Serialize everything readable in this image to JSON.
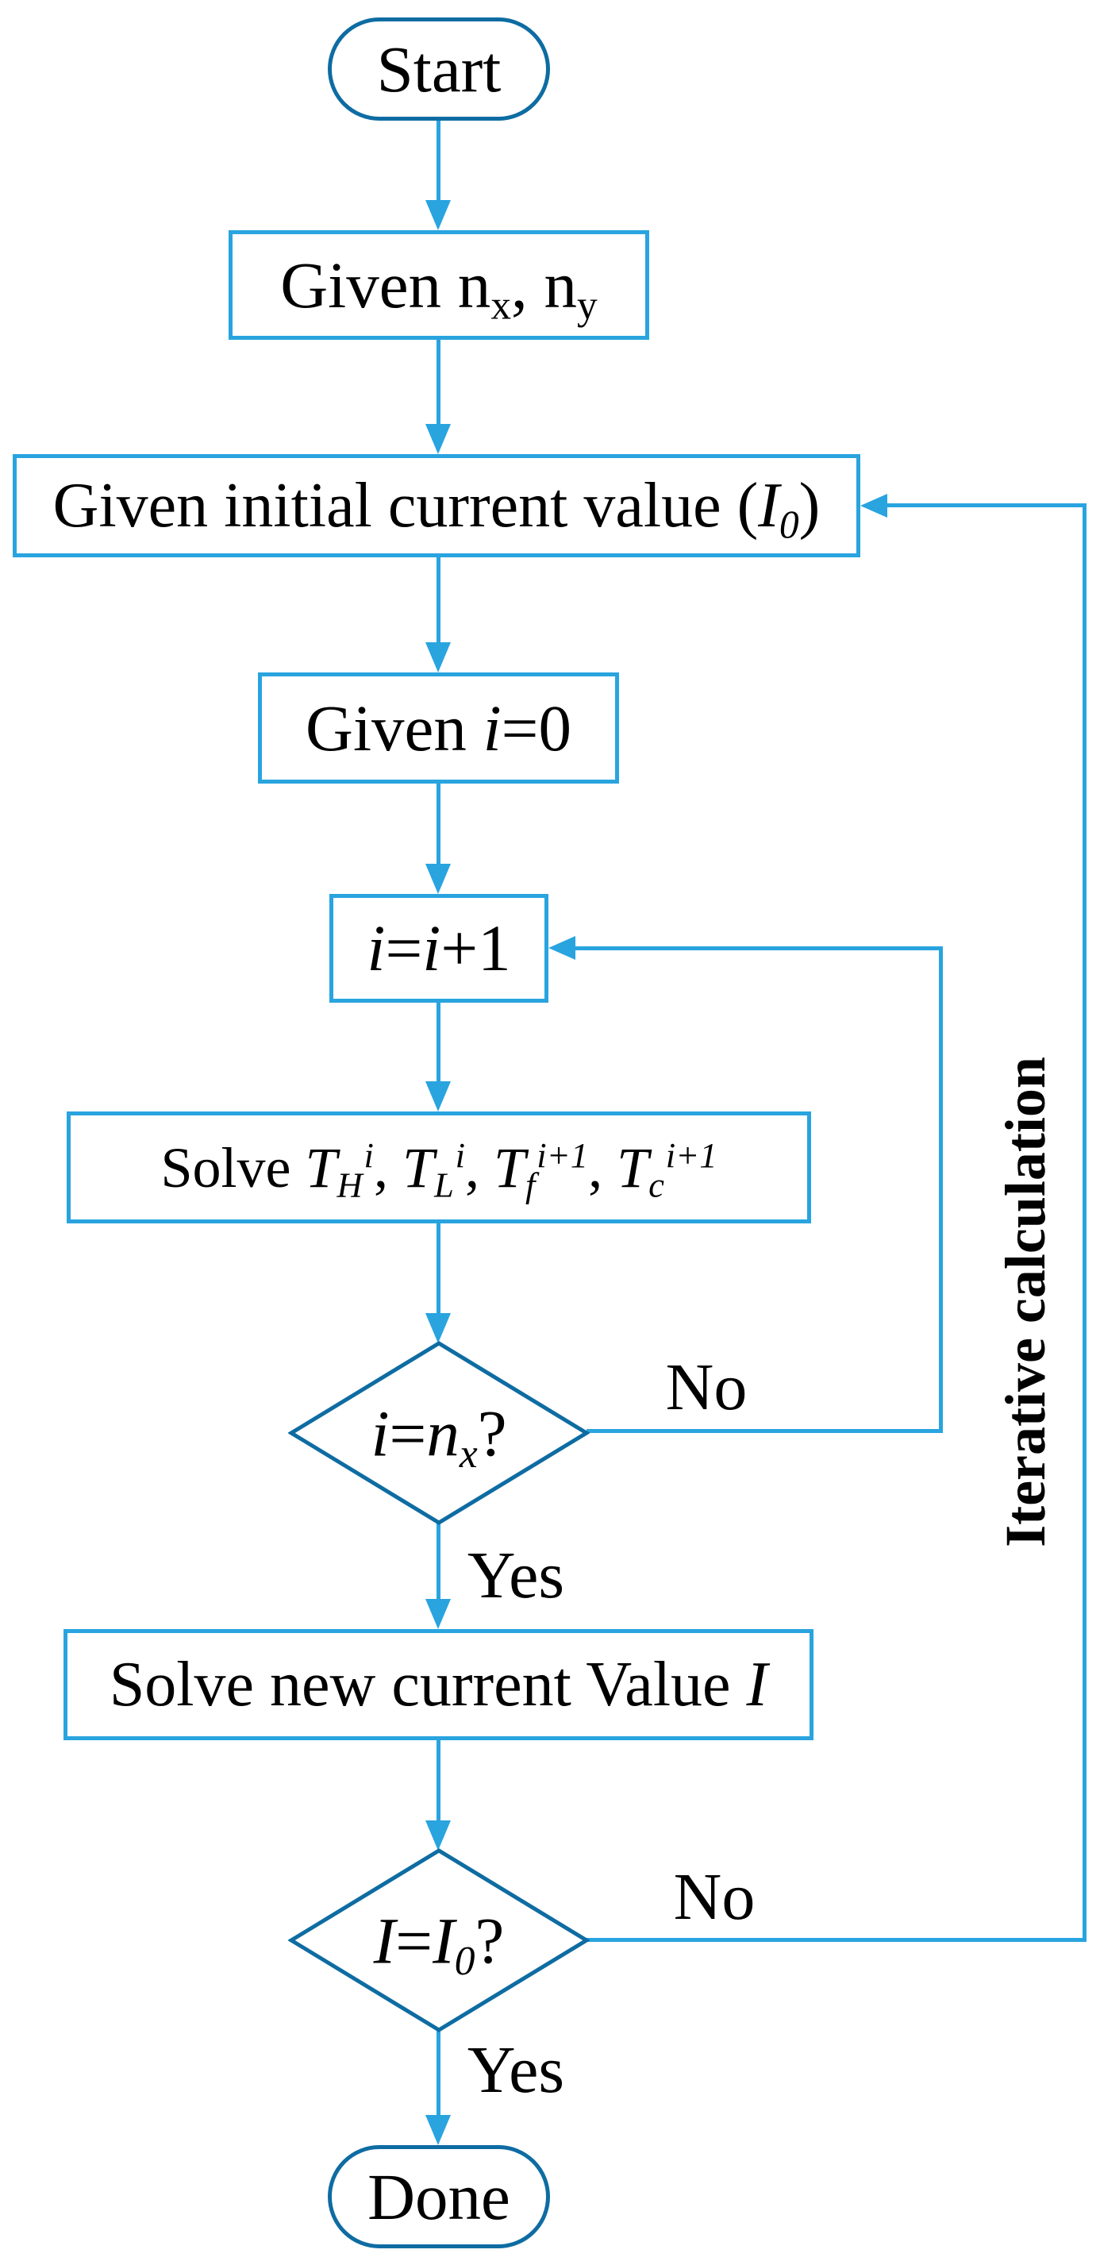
{
  "colors": {
    "line_blue": "#29A4DF",
    "terminal_blue": "#0E6CA2",
    "text": "#000000"
  },
  "nodes": {
    "start": {
      "label": "Start"
    },
    "given_n": {
      "t1": "Given n",
      "sub1": "x",
      "t2": ", n",
      "sub2": "y"
    },
    "given_initial": {
      "t1": "Given initial current value (",
      "v": "I",
      "v_sub": "0",
      "t2": ")"
    },
    "given_i": {
      "t1": "Given ",
      "v": "i",
      "t2": "=0"
    },
    "increment": {
      "v1": "i",
      "t1": "=",
      "v2": "i",
      "t2": "+1"
    },
    "solve_temps": {
      "lead": "Solve ",
      "T1": "T",
      "T1_sub": "H",
      "T1_sup": "i",
      "sep1": ", ",
      "T2": "T",
      "T2_sub": "L",
      "T2_sup": "i",
      "sep2": ", ",
      "T3": "T",
      "T3_sub": "f",
      "T3_sup": "i+1",
      "sep3": ", ",
      "T4": "T",
      "T4_sub": "c",
      "T4_sup": "i+1"
    },
    "decision_i": {
      "v1": "i",
      "eq": "=",
      "v2": "n",
      "sub": "x",
      "q": "?"
    },
    "solve_current": {
      "t1": "Solve new current Value ",
      "v": "I"
    },
    "decision_current": {
      "v1": "I",
      "eq": "=",
      "v2": "I",
      "sub": "0",
      "q": "?"
    },
    "done": {
      "label": "Done"
    }
  },
  "labels": {
    "no1": "No",
    "yes1": "Yes",
    "no2": "No",
    "yes2": "Yes",
    "iterative": "Iterative calculation"
  }
}
